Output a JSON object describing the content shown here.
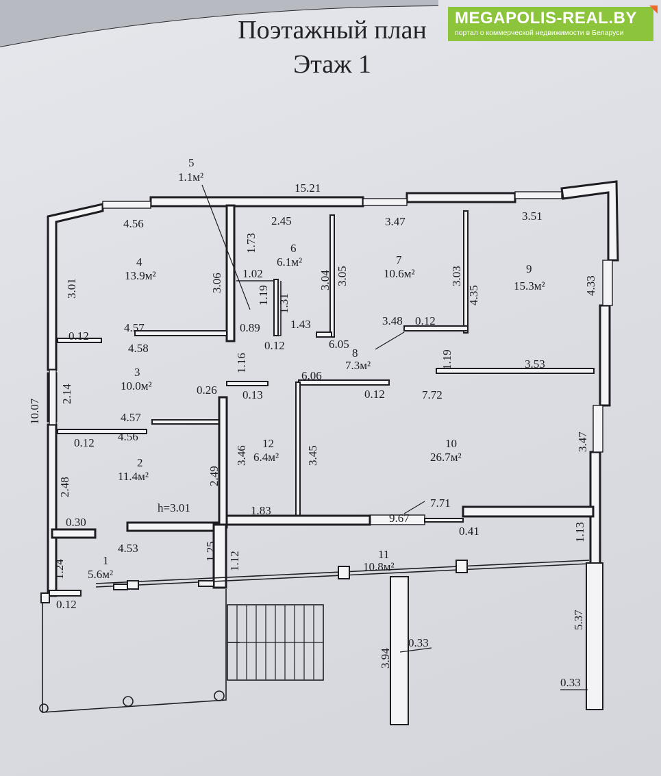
{
  "title": "Поэтажный план",
  "subtitle": "Этаж 1",
  "logo": {
    "name": "MEGAPOLIS-REAL.BY",
    "tagline": "портал о коммерческой недвижимости в Беларуси",
    "bg_color": "#8cc43c",
    "accent_color": "#ef6a2a"
  },
  "rooms": [
    {
      "number": "1",
      "area": "5.6м²"
    },
    {
      "number": "2",
      "area": "11.4м²"
    },
    {
      "number": "3",
      "area": "10.0м²"
    },
    {
      "number": "4",
      "area": "13.9м²"
    },
    {
      "number": "5",
      "area": "1.1м²"
    },
    {
      "number": "6",
      "area": "6.1м²"
    },
    {
      "number": "7",
      "area": "10.6м²"
    },
    {
      "number": "8",
      "area": "7.3м²"
    },
    {
      "number": "9",
      "area": "15.3м²"
    },
    {
      "number": "10",
      "area": "26.7м²"
    },
    {
      "number": "11",
      "area": "10.8м²"
    },
    {
      "number": "12",
      "area": "6.4м²"
    }
  ],
  "ceiling_height": "h=3.01",
  "dimensions": [
    "15.21",
    "4.56",
    "2.45",
    "3.47",
    "3.51",
    "1.73",
    "3.06",
    "3.04",
    "3.05",
    "3.03",
    "4.35",
    "4.33",
    "1.02",
    "1.19",
    "1.31",
    "3.01",
    "4.57",
    "0.89",
    "1.43",
    "3.48",
    "0.12",
    "0.12",
    "4.58",
    "0.12",
    "6.05",
    "1.19",
    "1.16",
    "6.06",
    "3.53",
    "2.14",
    "0.26",
    "0.13",
    "0.12",
    "7.72",
    "10.07",
    "4.57",
    "4.56",
    "0.12",
    "3.46",
    "3.45",
    "3.47",
    "2.49",
    "2.48",
    "1.83",
    "7.71",
    "0.30",
    "9.67",
    "0.41",
    "4.53",
    "1.25",
    "1.12",
    "1.13",
    "1.24",
    "0.12",
    "5.37",
    "3.94",
    "0.33",
    "0.33"
  ]
}
